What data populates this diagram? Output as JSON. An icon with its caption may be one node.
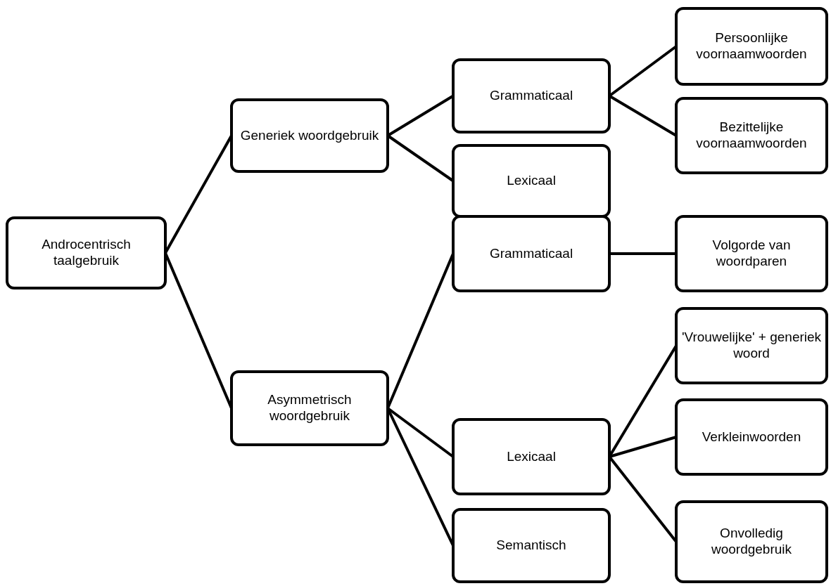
{
  "diagram": {
    "nodes": [
      {
        "text": [
          "Androcentrisch taalgebruik"
        ]
      },
      {
        "text": [
          "Generiek woordgebruik"
        ]
      },
      {
        "text": [
          "Grammaticaal"
        ]
      },
      {
        "text": [
          "Lexicaal"
        ]
      },
      {
        "text": [
          "Persoonlijke voornaamwoorden"
        ]
      },
      {
        "text": [
          "Bezittelijke voornaamwoorden"
        ]
      },
      {
        "text": [
          "Asymmetrisch woordgebruik"
        ]
      },
      {
        "text": [
          "Grammaticaal"
        ]
      },
      {
        "text": [
          "Volgorde van woordparen"
        ]
      },
      {
        "text": [
          "Lexicaal"
        ]
      },
      {
        "text": [
          "Semantisch"
        ]
      },
      {
        "text": [
          "'Vrouwelijke' + generiek woord"
        ]
      },
      {
        "text": [
          "Verkleinwoorden"
        ]
      },
      {
        "text": [
          "Onvolledig woordgebruik"
        ]
      }
    ],
    "edges": [
      {
        "from": 0,
        "to": 1,
        "arrow": "none"
      },
      {
        "from": 0,
        "to": 6,
        "arrow": "none"
      },
      {
        "from": 1,
        "to": 2,
        "arrow": "none"
      },
      {
        "from": 1,
        "to": 3,
        "arrow": "none"
      },
      {
        "from": 2,
        "to": 4,
        "arrow": "none"
      },
      {
        "from": 2,
        "to": 5,
        "arrow": "none"
      },
      {
        "from": 6,
        "to": 7,
        "arrow": "none"
      },
      {
        "from": 6,
        "to": 9,
        "arrow": "none"
      },
      {
        "from": 6,
        "to": 10,
        "arrow": "none"
      },
      {
        "from": 7,
        "to": 8,
        "arrow": "none"
      },
      {
        "from": 9,
        "to": 11,
        "arrow": "none"
      },
      {
        "from": 9,
        "to": 12,
        "arrow": "none"
      },
      {
        "from": 9,
        "to": 13,
        "arrow": "none"
      }
    ]
  }
}
